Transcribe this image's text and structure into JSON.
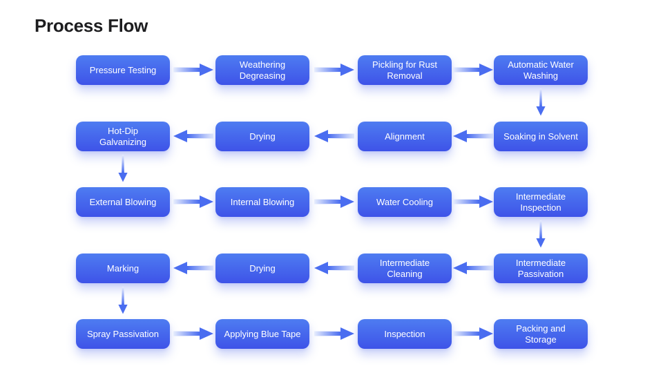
{
  "title": "Process Flow",
  "colors": {
    "background": "#FFFFFF",
    "title_color": "#1D1D1F",
    "box_gradient_top": "#4E7CF1",
    "box_gradient_bottom": "#3E53E8",
    "box_text": "#FFFFFF",
    "arrow_head": "#4A6DF0",
    "arrow_tail_light": "#E7EDFD"
  },
  "rows": [
    {
      "direction": "right",
      "boxes": [
        {
          "label": "Pressure Testing"
        },
        {
          "label": "Weathering\nDegreasing"
        },
        {
          "label": "Pickling for Rust\nRemoval"
        },
        {
          "label": "Automatic Water\nWashing"
        }
      ]
    },
    {
      "direction": "left",
      "boxes": [
        {
          "label": "Hot-Dip\nGalvanizing"
        },
        {
          "label": "Drying"
        },
        {
          "label": "Alignment"
        },
        {
          "label": "Soaking in Solvent"
        }
      ]
    },
    {
      "direction": "right",
      "boxes": [
        {
          "label": "External Blowing"
        },
        {
          "label": "Internal Blowing"
        },
        {
          "label": "Water Cooling"
        },
        {
          "label": "Intermediate\nInspection"
        }
      ]
    },
    {
      "direction": "left",
      "boxes": [
        {
          "label": "Marking"
        },
        {
          "label": "Drying"
        },
        {
          "label": "Intermediate\nCleaning"
        },
        {
          "label": "Intermediate\nPassivation"
        }
      ]
    },
    {
      "direction": "right",
      "boxes": [
        {
          "label": "Spray Passivation"
        },
        {
          "label": "Applying Blue Tape"
        },
        {
          "label": "Inspection"
        },
        {
          "label": "Packing and\nStorage"
        }
      ]
    }
  ],
  "flow_order": [
    "Pressure Testing",
    "Weathering Degreasing",
    "Pickling for Rust Removal",
    "Automatic Water Washing",
    "Soaking in Solvent",
    "Alignment",
    "Drying",
    "Hot-Dip Galvanizing",
    "External Blowing",
    "Internal Blowing",
    "Water Cooling",
    "Intermediate Inspection",
    "Intermediate Passivation",
    "Intermediate Cleaning",
    "Drying",
    "Marking",
    "Spray Passivation",
    "Applying Blue Tape",
    "Inspection",
    "Packing and Storage"
  ]
}
